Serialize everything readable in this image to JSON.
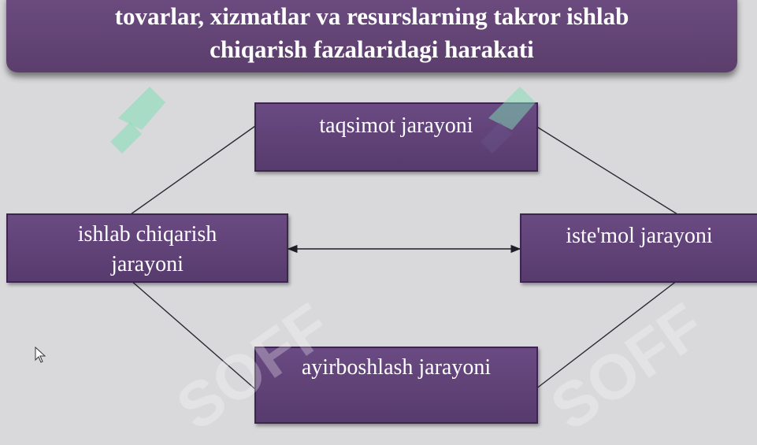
{
  "title": {
    "line1": "tovarlar, xizmatlar va resurslarning takror ishlab",
    "line2": "chiqarish fazalaridagi harakati"
  },
  "nodes": {
    "top": {
      "label": "taqsimot jarayoni"
    },
    "left": {
      "line1": "ishlab chiqarish",
      "line2": "jarayoni"
    },
    "right": {
      "label": "iste'mol jarayoni"
    },
    "bottom": {
      "label": "ayirboshlash jarayoni"
    }
  },
  "watermark": {
    "text": "SOFF"
  },
  "colors": {
    "background": "#d9d8db",
    "box_fill": "#62457a",
    "box_border": "#3c2650",
    "connector": "#2a2a35",
    "watermark_green": "#7fe0b5"
  },
  "icons": {
    "cursor": "mouse-pointer-icon",
    "watermark_logo": "soff-logo-icon"
  }
}
